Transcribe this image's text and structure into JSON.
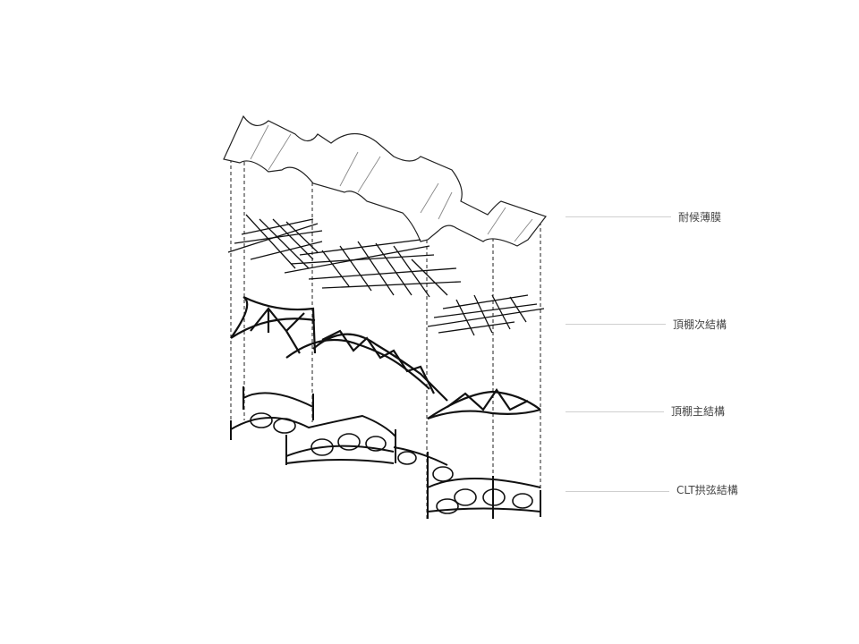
{
  "layers": [
    {
      "name": "membrane",
      "label": "耐候薄膜"
    },
    {
      "name": "roof-secondary",
      "label": "頂棚次結構"
    },
    {
      "name": "roof-primary",
      "label": "頂棚主結構"
    },
    {
      "name": "clt-arch",
      "label": "CLT拱弦結構"
    }
  ]
}
